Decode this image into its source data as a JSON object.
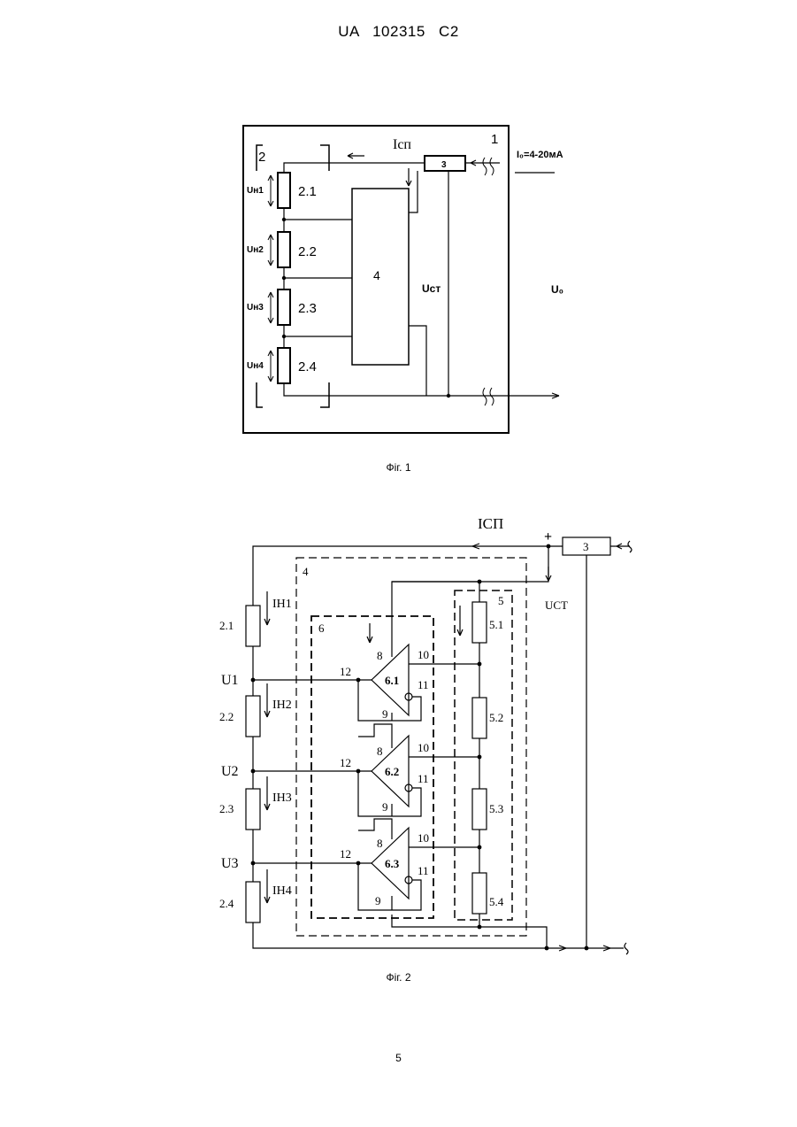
{
  "header": {
    "text": "UA   102315   C2"
  },
  "fig1": {
    "caption": "Фіг. 1",
    "labels": {
      "block1": "1",
      "block2": "2",
      "block3": "3",
      "block4": "4",
      "r21": "2.1",
      "r22": "2.2",
      "r23": "2.3",
      "r24": "2.4",
      "icp": "Iсп",
      "i0": "I₀=4-20мА",
      "ust": "Uст",
      "u0": "U₀",
      "uh1": "Uн1",
      "uh2": "Uн2",
      "uh3": "Uн3",
      "uh4": "Uн4"
    }
  },
  "fig2": {
    "caption": "Фіг. 2",
    "labels": {
      "icp": "IСП",
      "plus": "+",
      "block3": "3",
      "block4": "4",
      "block5": "5",
      "block6": "6",
      "ust": "UСТ",
      "r21": "2.1",
      "r22": "2.2",
      "r23": "2.3",
      "r24": "2.4",
      "ih1": "IН1",
      "ih2": "IН2",
      "ih3": "IН3",
      "ih4": "IН4",
      "u1": "U1",
      "u2": "U2",
      "u3": "U3",
      "a61": "6.1",
      "a62": "6.2",
      "a63": "6.3",
      "r51": "5.1",
      "r52": "5.2",
      "r53": "5.3",
      "r54": "5.4",
      "p8": "8",
      "p9": "9",
      "p10": "10",
      "p11": "11",
      "p12": "12"
    }
  },
  "page_number": "5"
}
